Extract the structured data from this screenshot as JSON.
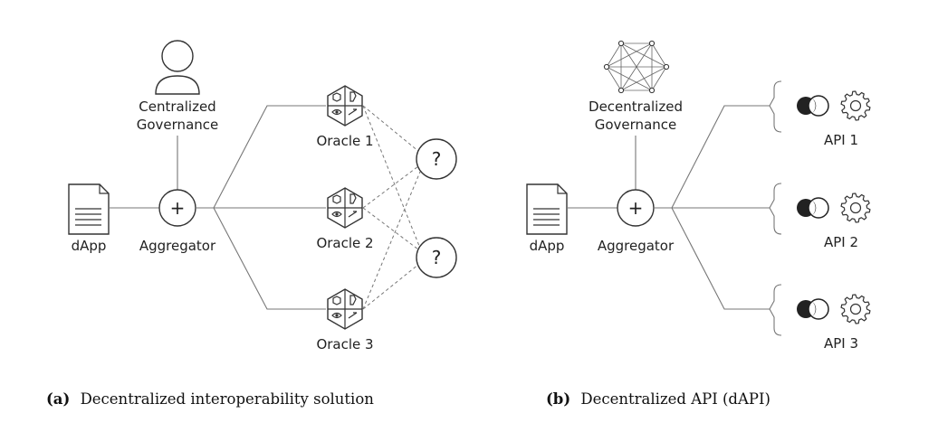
{
  "left": {
    "governance_line1": "Centralized",
    "governance_line2": "Governance",
    "dapp": "dApp",
    "aggregator": "Aggregator",
    "aggregator_symbol": "+",
    "oracles": [
      "Oracle 1",
      "Oracle 2",
      "Oracle 3"
    ],
    "unknown_symbol": "?",
    "caption_tag": "(a)",
    "caption_text": "Decentralized interoperability solution"
  },
  "right": {
    "governance_line1": "Decentralized",
    "governance_line2": "Governance",
    "dapp": "dApp",
    "aggregator": "Aggregator",
    "aggregator_symbol": "+",
    "apis": [
      "API 1",
      "API 2",
      "API 3"
    ],
    "caption_tag": "(b)",
    "caption_text": "Decentralized API (dAPI)"
  }
}
